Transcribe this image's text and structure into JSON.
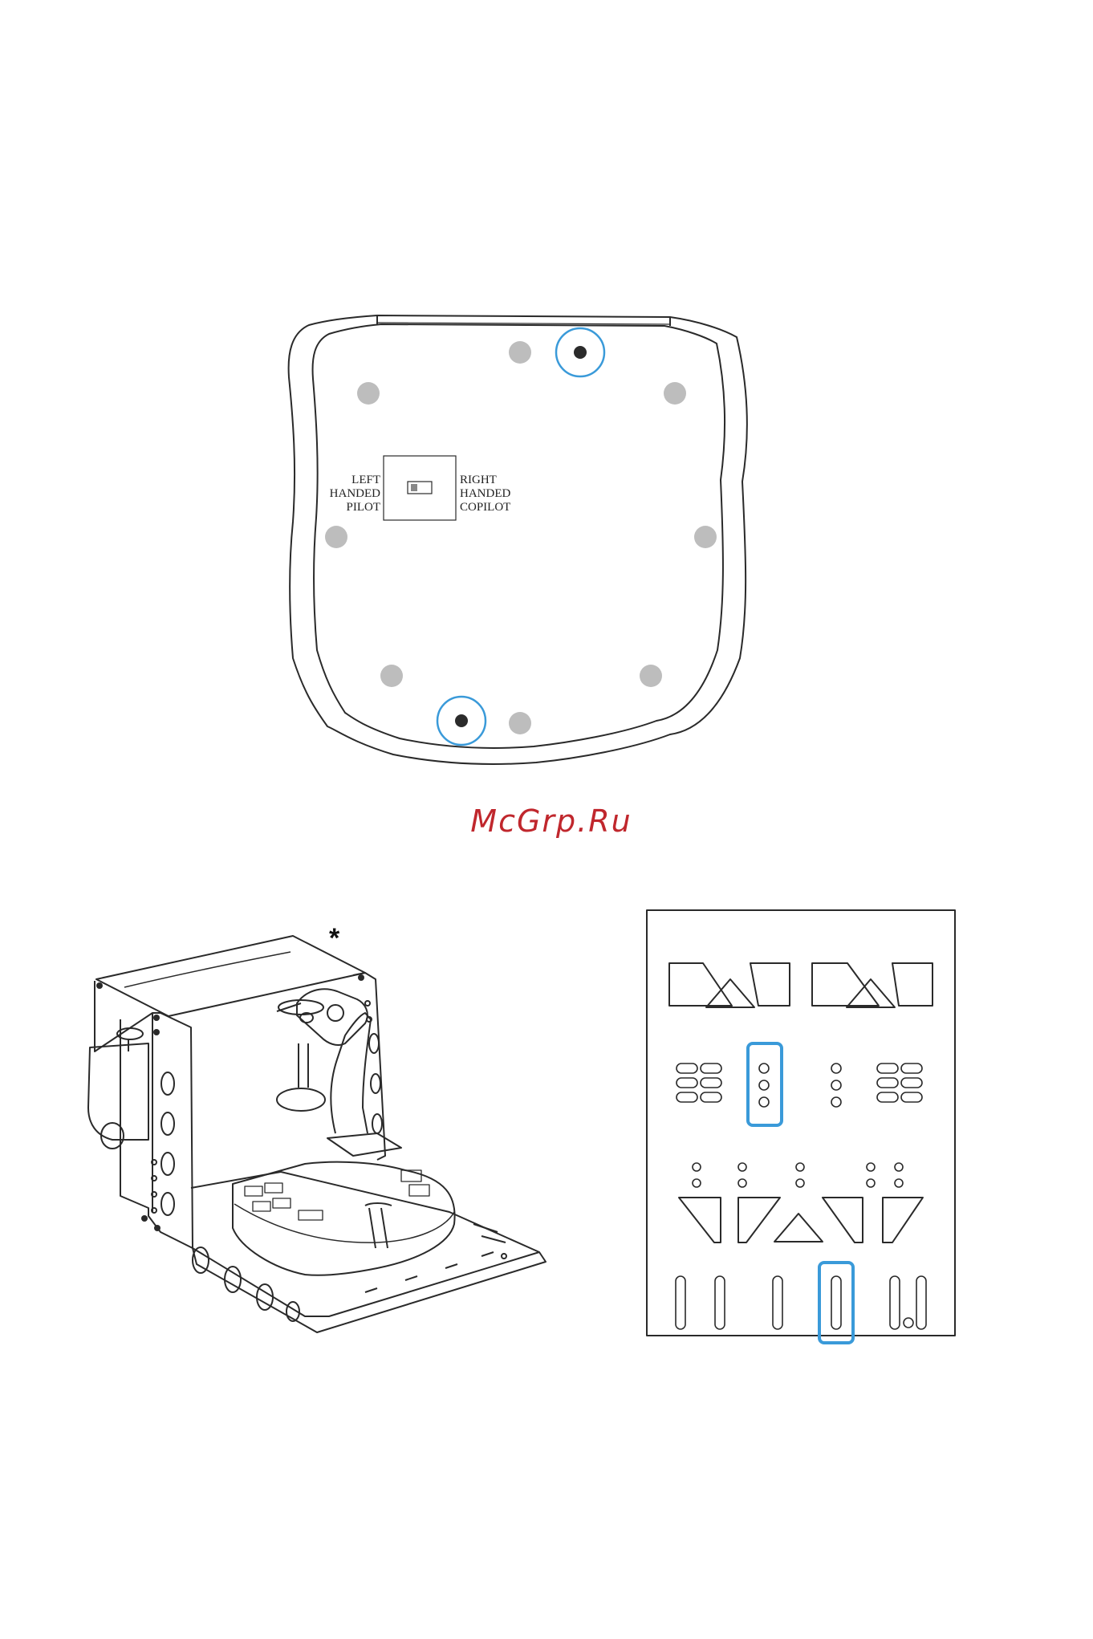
{
  "top_diagram": {
    "left_label": [
      "LEFT",
      "HANDED",
      "PILOT"
    ],
    "right_label": [
      "RIGHT",
      "HANDED",
      "COPILOT"
    ]
  },
  "watermark": {
    "text": "McGrp.Ru",
    "color": "#c0272d"
  },
  "bottom_left": {
    "marker": "*"
  },
  "colors": {
    "highlight": "#3a9ad9",
    "line": "#2a2a2a",
    "hole": "#bdbdbd",
    "dark_dot": "#2b2b2b"
  }
}
